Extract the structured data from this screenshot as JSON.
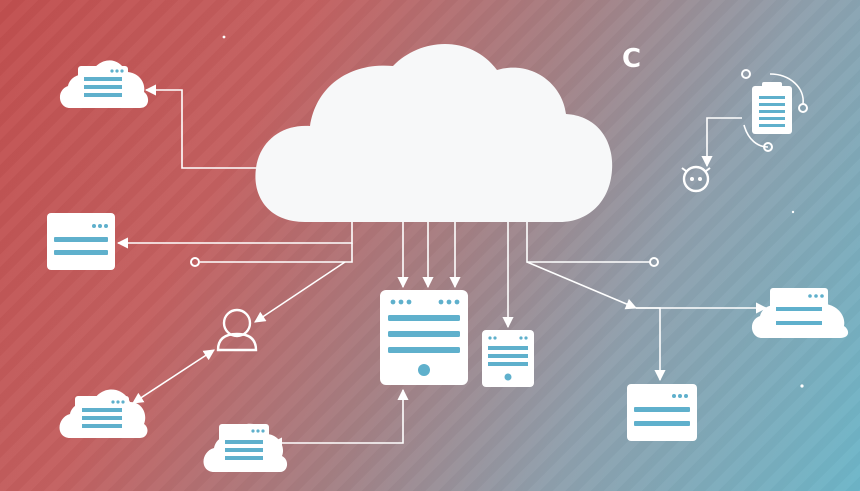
{
  "diagram": {
    "title": "",
    "nodes": [
      {
        "id": "cloud-hub",
        "kind": "cloud",
        "label": ""
      },
      {
        "id": "cloud-server-top-left",
        "kind": "cloud-server",
        "label": ""
      },
      {
        "id": "server-left",
        "kind": "server",
        "label": ""
      },
      {
        "id": "user",
        "kind": "user",
        "label": ""
      },
      {
        "id": "cloud-server-bottom-left",
        "kind": "cloud-server",
        "label": ""
      },
      {
        "id": "cloud-server-bottom-center",
        "kind": "cloud-server",
        "label": ""
      },
      {
        "id": "server-tower-center",
        "kind": "server-tower",
        "label": ""
      },
      {
        "id": "server-small-center",
        "kind": "server-tower",
        "label": ""
      },
      {
        "id": "cloud-server-right",
        "kind": "cloud-server",
        "label": ""
      },
      {
        "id": "server-bottom-right",
        "kind": "server",
        "label": ""
      },
      {
        "id": "document-top-right",
        "kind": "document",
        "label": ""
      },
      {
        "id": "bot-top-right",
        "kind": "bot",
        "label": ""
      }
    ],
    "edges": [
      {
        "from": "cloud-hub",
        "to": "cloud-server-top-left"
      },
      {
        "from": "cloud-hub",
        "to": "server-left"
      },
      {
        "from": "cloud-hub",
        "to": "user"
      },
      {
        "from": "cloud-hub",
        "to": "server-tower-center"
      },
      {
        "from": "cloud-hub",
        "to": "server-small-center"
      },
      {
        "from": "cloud-hub",
        "to": "cloud-server-right"
      },
      {
        "from": "cloud-hub",
        "to": "server-bottom-right"
      },
      {
        "from": "user",
        "to": "cloud-server-bottom-left"
      },
      {
        "from": "server-tower-center",
        "to": "cloud-server-bottom-center"
      },
      {
        "from": "document-top-right",
        "to": "bot-top-right"
      }
    ],
    "decorations": [
      {
        "kind": "crescent-glyph",
        "text": "C"
      }
    ]
  },
  "colors": {
    "background_left": "#c24f4f",
    "background_right": "#6db6c9",
    "node_fill": "#ffffff",
    "accent": "#5fb0cc",
    "line": "#ffffff"
  }
}
